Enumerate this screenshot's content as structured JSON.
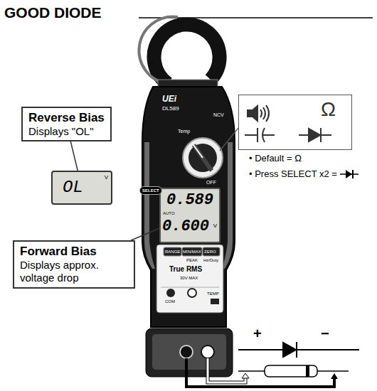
{
  "diagram": {
    "title": "GOOD DIODE",
    "nodes": [
      {
        "text": [
          "Reverse Bias",
          "Displays \"OL\""
        ]
      },
      {
        "text": [
          "Forward Bias",
          "Displays approx. voltage drop"
        ]
      },
      {
        "text": [
          "OL",
          "V"
        ]
      },
      {
        "text": [
          "0.589",
          "AUTO",
          "0.600",
          "V"
        ]
      },
      {
        "text": [
          "Ω"
        ]
      },
      {
        "text": [
          "SELECT"
        ]
      }
    ],
    "edges": [
      {
        "from": 0,
        "to": 2,
        "arrow": "none"
      },
      {
        "from": 1,
        "to": 3,
        "arrow": "none"
      }
    ],
    "labels": [
      "• Default = Ω",
      "• Press SELECT x2 =",
      "+",
      "−",
      "UEi",
      "DL589",
      "NCV",
      "Temp",
      "OFF",
      "RANGE",
      "MIN/MAX",
      "ZERO",
      "PEAK",
      "Hz/Duty",
      "True RMS",
      "30V MAX",
      "COM",
      "TEMP"
    ]
  }
}
